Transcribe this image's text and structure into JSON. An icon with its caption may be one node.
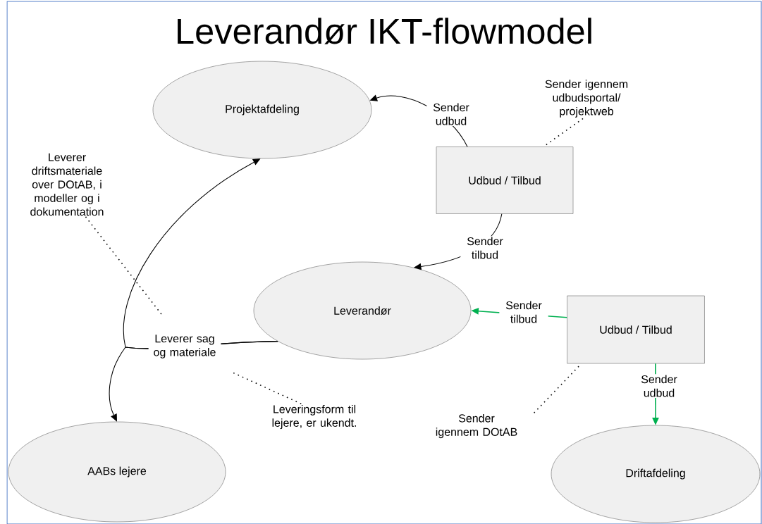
{
  "diagram": {
    "title": "Leverandør IKT-flowmodel",
    "nodes": [
      {
        "text": [
          "Projektafdeling"
        ]
      },
      {
        "text": [
          "Sender igennem udbudsportal/ projektweb"
        ]
      },
      {
        "text": [
          "Leverer driftsmateriale over DOtAB, i modeller og i dokumentation"
        ]
      },
      {
        "text": [
          "Udbud / Tilbud"
        ]
      },
      {
        "text": [
          "Leverandør"
        ]
      },
      {
        "text": [
          "Udbud / Tilbud"
        ]
      },
      {
        "text": [
          "Leveringsform til lejere, er ukendt."
        ]
      },
      {
        "text": [
          "Sender igennem DOtAB"
        ]
      },
      {
        "text": [
          "AABs lejere"
        ]
      },
      {
        "text": [
          "Driftafdeling"
        ]
      }
    ],
    "edges": [
      {
        "from": 3,
        "to": 0,
        "arrow": "to",
        "label": "Sender udbud"
      },
      {
        "from": 3,
        "to": 4,
        "arrow": "to",
        "label": "Sender tilbud"
      },
      {
        "from": 5,
        "to": 4,
        "arrow": "to",
        "label": "Sender tilbud",
        "color": "#00b050"
      },
      {
        "from": 5,
        "to": 9,
        "arrow": "to",
        "label": "Sender udbud",
        "color": "#00b050"
      },
      {
        "from": 4,
        "to": 0,
        "arrow": "to",
        "label": "Leverer sag og materiale"
      },
      {
        "from": 4,
        "to": 8,
        "arrow": "to"
      },
      {
        "from": 1,
        "to": 3,
        "arrow": "none",
        "style": "dashed"
      },
      {
        "from": 2,
        "to": null,
        "arrow": "none",
        "style": "dashed"
      },
      {
        "from": 6,
        "to": null,
        "arrow": "none",
        "style": "dashed"
      },
      {
        "from": 7,
        "to": 5,
        "arrow": "none",
        "style": "dashed"
      }
    ]
  }
}
